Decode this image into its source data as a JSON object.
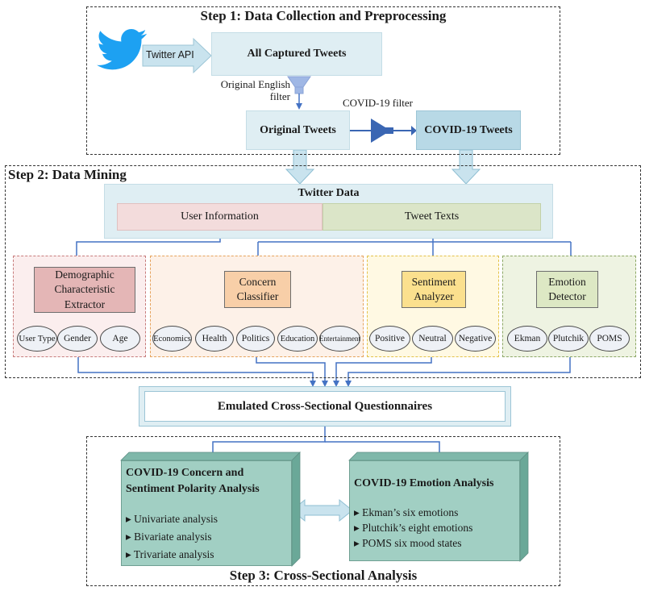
{
  "step1": {
    "title": "Step 1: Data Collection and Preprocessing",
    "twitter_api": "Twitter API",
    "all_tweets": "All Captured Tweets",
    "original_filter": "Original English\nfilter",
    "original_tweets": "Original Tweets",
    "covid_filter": "COVID-19 filter",
    "covid_tweets": "COVID-19 Tweets"
  },
  "step2": {
    "title": "Step 2: Data Mining",
    "twitter_data": "Twitter Data",
    "user_info": "User Information",
    "tweet_texts": "Tweet Texts",
    "demographic": {
      "label": "Demographic Characteristic Extractor",
      "items": [
        "User Type",
        "Gender",
        "Age"
      ]
    },
    "concern": {
      "label": "Concern Classifier",
      "items": [
        "Economics",
        "Health",
        "Politics",
        "Education",
        "Entertainment"
      ]
    },
    "sentiment": {
      "label": "Sentiment Analyzer",
      "items": [
        "Positive",
        "Neutral",
        "Negative"
      ]
    },
    "emotion": {
      "label": "Emotion Detector",
      "items": [
        "Ekman",
        "Plutchik",
        "POMS"
      ]
    }
  },
  "questionnaire": "Emulated Cross-Sectional Questionnaires",
  "step3": {
    "title": "Step 3: Cross-Sectional Analysis",
    "left_title": "COVID-19 Concern and Sentiment Polarity Analysis",
    "left_items": [
      "▸ Univariate analysis",
      "▸ Bivariate analysis",
      "▸ Trivariate analysis"
    ],
    "right_title": "COVID-19 Emotion Analysis",
    "right_items": [
      "▸ Ekman’s six emotions",
      "▸ Plutchik’s eight emotions",
      "▸ POMS six mood states"
    ]
  },
  "colors": {
    "twitter_blue": "#1da1f2",
    "light_blue": "#dfeef3",
    "pink": "#f3dcdc",
    "green": "#dbe5c8",
    "demo_cube": "#e4b6b6",
    "concern_cube": "#f8cfa8",
    "sentiment_cube": "#fbe08e",
    "emotion_cube": "#dde8c4",
    "teal": "#a1cfc3",
    "arrow": "#4472c4"
  }
}
